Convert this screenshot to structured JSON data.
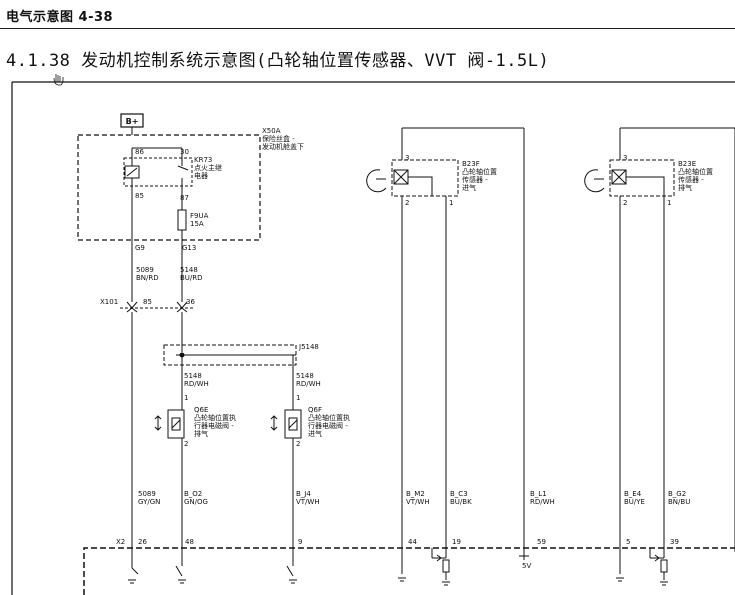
{
  "header": {
    "title": "电气示意图 4-38"
  },
  "page_title": "4.1.38 发动机控制系统示意图(凸轮轴位置传感器、VVT 阀-1.5L)",
  "power": {
    "label": "B+"
  },
  "fuse_block": {
    "code": "X50A",
    "name_line1": "保险丝盒 -",
    "name_line2": "发动机舱盖下",
    "relay_code": "KR73",
    "relay_name_line1": "点火主继",
    "relay_name_line2": "电器",
    "fuse_code": "F9UA",
    "fuse_rating": "15A",
    "pins": {
      "p86": "86",
      "p30": "30",
      "p85": "85",
      "p87": "87",
      "g9": "G9",
      "g13": "G13"
    }
  },
  "wires": {
    "w5089_bn": {
      "circuit": "5089",
      "color": "BN/RD"
    },
    "w5148_bu": {
      "circuit": "5148",
      "color": "BU/RD"
    },
    "w5148_rd1": {
      "circuit": "5148",
      "color": "RD/WH"
    },
    "w5148_rd2": {
      "circuit": "5148",
      "color": "RD/WH"
    },
    "w5089_gy": {
      "circuit": "5089",
      "color": "GY/GN"
    },
    "wO2": {
      "circuit": "B_O2",
      "color": "GN/OG"
    },
    "wJ4": {
      "circuit": "B_J4",
      "color": "VT/WH"
    },
    "wM2": {
      "circuit": "B_M2",
      "color": "VT/WH"
    },
    "wC3": {
      "circuit": "B_C3",
      "color": "BU/BK"
    },
    "wL1": {
      "circuit": "B_L1",
      "color": "RD/WH"
    },
    "wE4": {
      "circuit": "B_E4",
      "color": "BU/YE"
    },
    "wG2": {
      "circuit": "B_G2",
      "color": "BN/BU"
    }
  },
  "connector_x101": {
    "code": "X101",
    "pin_a": "85",
    "pin_b": "36"
  },
  "splice": {
    "code": "J5148"
  },
  "valve_q6e": {
    "code": "Q6E",
    "name_line1": "凸轮轴位置执",
    "name_line2": "行器电磁阀 -",
    "name_line3": "排气",
    "pin1": "1",
    "pin2": "2"
  },
  "valve_q6f": {
    "code": "Q6F",
    "name_line1": "凸轮轴位置执",
    "name_line2": "行器电磁阀 -",
    "name_line3": "进气",
    "pin1": "1",
    "pin2": "2"
  },
  "sensor_b23f": {
    "code": "B23F",
    "name_line1": "凸轮轴位置",
    "name_line2": "传感器 -",
    "name_line3": "进气",
    "pin1": "1",
    "pin2": "2",
    "pin3": "3"
  },
  "sensor_b23e": {
    "code": "B23E",
    "name_line1": "凸轮轴位置",
    "name_line2": "传感器 -",
    "name_line3": "排气",
    "pin1": "1",
    "pin2": "2",
    "pin3": "3"
  },
  "ecm": {
    "code": "X2",
    "pins": {
      "p26": "26",
      "p48": "48",
      "p9": "9",
      "p44": "44",
      "p19": "19",
      "p59": "59",
      "p5": "5",
      "p39": "39"
    },
    "ref_voltage": "5V"
  }
}
